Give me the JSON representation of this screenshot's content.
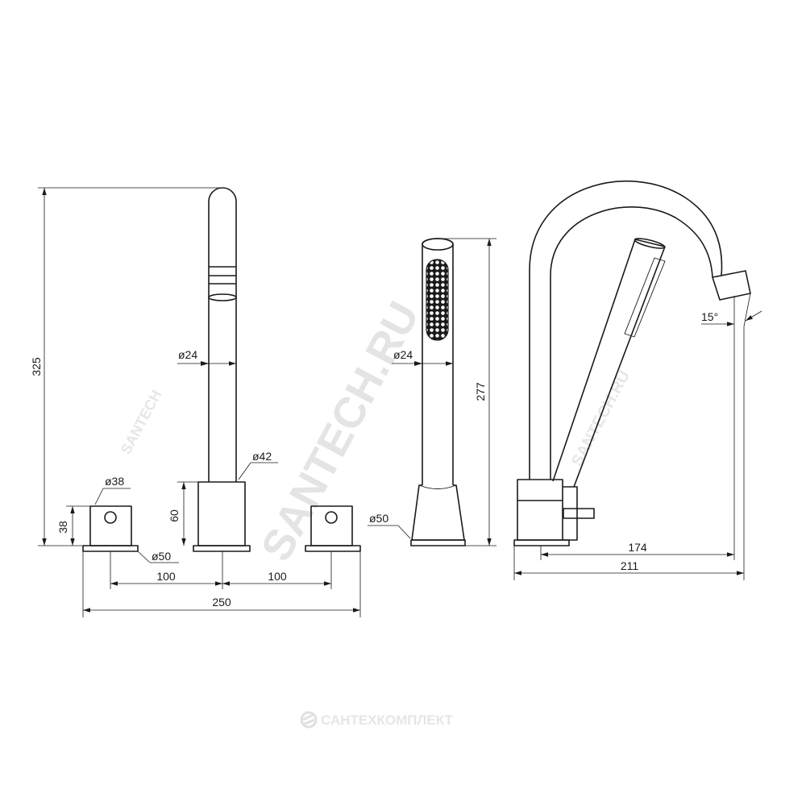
{
  "dimensions": {
    "total_height_front": "325",
    "spout_dia": "ø24",
    "base_dia_42": "ø42",
    "handle_dia": "ø38",
    "handle_height": "38",
    "body_height": "60",
    "rosette_dia": "ø50",
    "spacing_left": "100",
    "spacing_right": "100",
    "total_width": "250",
    "shower_dia": "ø24",
    "shower_height": "277",
    "shower_base_dia": "ø50",
    "reach_174": "174",
    "reach_211": "211",
    "spout_angle": "15°"
  },
  "watermark": {
    "main": "SANTECH.RU",
    "small": "SANTECH.RU",
    "left_small": "SANTECH",
    "brand": "САНТЕХКОМПЛЕКТ"
  }
}
